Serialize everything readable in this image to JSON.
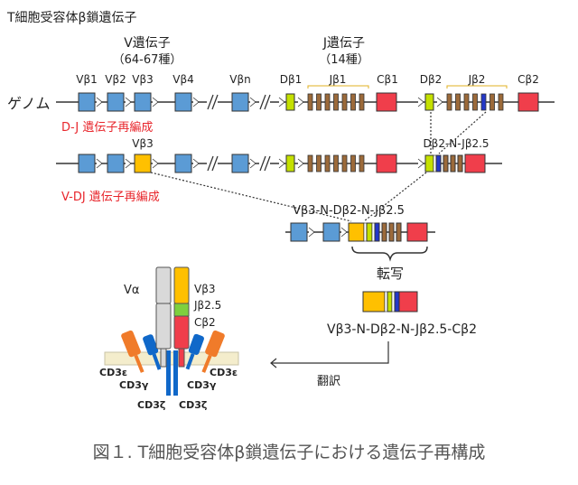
{
  "header": "T細胞受容体β鎖遺伝子",
  "v_group": {
    "title": "V遺伝子",
    "count": "（64-67種）"
  },
  "j_group": {
    "title": "J遺伝子",
    "count": "（14種）"
  },
  "genome": {
    "label": "ゲノム",
    "labels": [
      "Vβ1",
      "Vβ2",
      "Vβ3",
      "Vβ4",
      "Vβn",
      "Dβ1",
      "Jβ1",
      "Cβ1",
      "Dβ2",
      "Jβ2",
      "Cβ2"
    ]
  },
  "dj_step": {
    "caption": "D-J 遺伝子再編成",
    "v_label": "Vβ3",
    "joined": "Dβ2-N-Jβ2.5"
  },
  "vdj_step": {
    "caption": "V-DJ 遺伝子再編成",
    "joined": "Vβ3-N-Dβ2-N-Jβ2.5"
  },
  "transcription": {
    "label": "転写",
    "mrna": "Vβ3-N-Dβ2-N-Jβ2.5-Cβ2"
  },
  "translation": {
    "label": "翻訳"
  },
  "receptor": {
    "alpha_label": "Vα",
    "beta_labels": [
      "Vβ3",
      "Jβ2.5",
      "Cβ2"
    ],
    "cd3": [
      "CD3ε",
      "CD3γ",
      "CD3ζ",
      "CD3ζ",
      "CD3γ",
      "CD3ε"
    ]
  },
  "figure_caption": "図１. T細胞受容体β鎖遺伝子における遺伝子再構成",
  "colors": {
    "v": "#5b9bd5",
    "d": "#c4e000",
    "j": "#9c6a3a",
    "c": "#f03e4b",
    "v3": "#ffc000",
    "j25": "#2438c8",
    "gray": "#d9d9d9",
    "green": "#7ed03e",
    "orange": "#f07b2a",
    "blue": "#1068c9",
    "membrane": "#f4edcc"
  }
}
